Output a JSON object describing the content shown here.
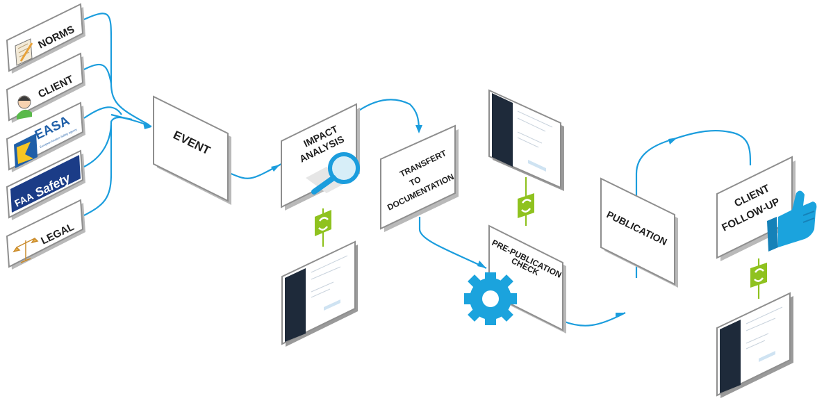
{
  "sources": {
    "norms": "NORMS",
    "client": "CLIENT",
    "easa_logo": "EASA",
    "easa_tagline": "European Aviation Safety Agency",
    "faa_logo": "FAA",
    "faa_safety": "Safety",
    "legal": "LEGAL"
  },
  "steps": {
    "event": "EVENT",
    "impact_analysis": [
      "IMPACT",
      "ANALYSIS"
    ],
    "transfert": [
      "TRANSFERT",
      "TO",
      "DOCUMENTATION"
    ],
    "pre_publication": [
      "PRE-PUBLICATION",
      "CHECK"
    ],
    "publication": "PUBLICATION",
    "client_followup": [
      "CLIENT",
      "FOLLOW-UP"
    ]
  },
  "colors": {
    "flow_line": "#1b9ddd",
    "sync_green": "#8fc21f",
    "gear_blue": "#1ba3dd",
    "thumb_blue": "#1ba3dd",
    "magnifier_blue": "#1b9ddd",
    "tablet_sidebar": "#1e2a3a"
  },
  "icons": [
    "notepad-pencil-icon",
    "person-headset-icon",
    "easa-logo",
    "faa-safety-logo",
    "scales-icon",
    "magnifier-icon",
    "gear-icon",
    "thumbs-up-icon",
    "sync-icon",
    "tablet-screen"
  ]
}
